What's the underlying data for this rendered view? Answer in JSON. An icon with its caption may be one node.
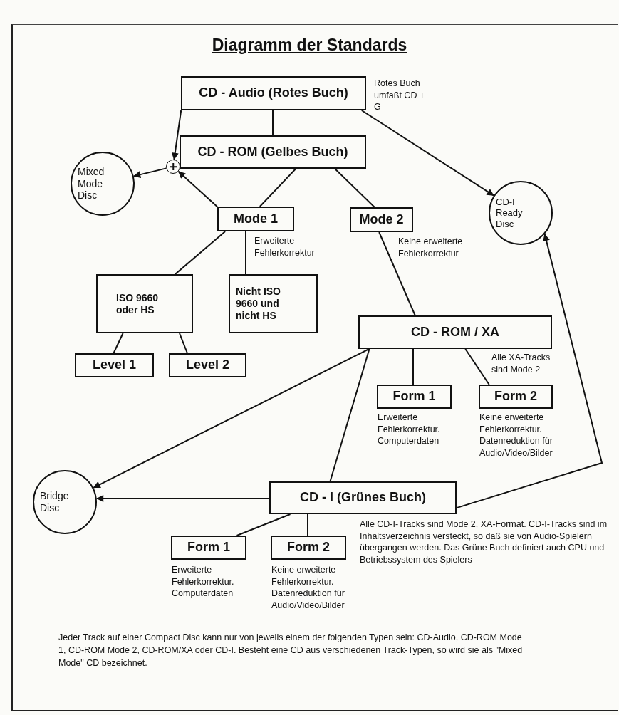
{
  "diagram": {
    "title": "Diagramm der Standards",
    "nodes": [
      {
        "text": [
          "CD - Audio (Rotes Buch)"
        ],
        "beside": [
          "Rotes Buch umfaßt CD + G"
        ]
      },
      {
        "text": [
          "CD - ROM (Gelbes Buch)"
        ]
      },
      {
        "text": [
          "Mixed Mode Disc"
        ]
      },
      {
        "text": [],
        "shape": "circle"
      },
      {
        "text": [
          "CD-I Ready Disc"
        ]
      },
      {
        "text": [
          "Mode 1"
        ],
        "beside": [
          "Erweiterte Fehlerkorrektur"
        ]
      },
      {
        "text": [
          "Mode 2"
        ],
        "beside": [
          "Keine erweiterte Fehlerkorrektur"
        ]
      },
      {
        "text": [
          "ISO 9660 oder HS"
        ]
      },
      {
        "text": [
          "Nicht ISO 9660 und nicht HS"
        ]
      },
      {
        "text": [
          "CD - ROM / XA"
        ],
        "beside": [
          "Alle XA-Tracks sind Mode 2"
        ]
      },
      {
        "text": [
          "Level 1"
        ]
      },
      {
        "text": [
          "Level 2"
        ]
      },
      {
        "text": [
          "Form 1"
        ],
        "beside": [
          "Erweiterte Fehlerkorrektur. Computerdaten"
        ]
      },
      {
        "text": [
          "Form 2"
        ],
        "beside": [
          "Keine erweiterte Fehlerkorrektur. Datenreduktion für Audio/Video/Bilder"
        ]
      },
      {
        "text": [
          "Bridge Disc"
        ]
      },
      {
        "text": [
          "CD - I (Grünes Buch)"
        ],
        "beside": [
          "Alle CD-I-Tracks sind Mode 2, XA-Format. CD-I-Tracks sind im Inhaltsverzeichnis versteckt, so daß sie von Audio-Spielern übergangen werden. Das Grüne Buch definiert auch CPU und Betriebssystem des Spielers"
        ]
      },
      {
        "text": [
          "Form 1"
        ],
        "beside": [
          "Erweiterte Fehlerkorrektur. Computerdaten"
        ]
      },
      {
        "text": [
          "Form 2"
        ],
        "beside": [
          "Keine erweiterte Fehlerkorrektur. Datenreduktion für Audio/Video/Bilder"
        ]
      }
    ],
    "edges": [
      {
        "from": 0,
        "to": 3,
        "arrow": "to"
      },
      {
        "from": 5,
        "to": 3,
        "arrow": "to"
      },
      {
        "from": 3,
        "to": 2,
        "arrow": "to"
      },
      {
        "from": 0,
        "to": 1,
        "arrow": "none"
      },
      {
        "from": 0,
        "to": 4,
        "arrow": "to"
      },
      {
        "from": 1,
        "to": 5,
        "arrow": "none"
      },
      {
        "from": 1,
        "to": 6,
        "arrow": "none"
      },
      {
        "from": 5,
        "to": 7,
        "arrow": "none"
      },
      {
        "from": 5,
        "to": 8,
        "arrow": "none"
      },
      {
        "from": 6,
        "to": 9,
        "arrow": "none"
      },
      {
        "from": 7,
        "to": 10,
        "arrow": "none"
      },
      {
        "from": 7,
        "to": 11,
        "arrow": "none"
      },
      {
        "from": 9,
        "to": 12,
        "arrow": "none"
      },
      {
        "from": 9,
        "to": 13,
        "arrow": "none"
      },
      {
        "from": 9,
        "to": 14,
        "arrow": "to"
      },
      {
        "from": 9,
        "to": 15,
        "arrow": "none"
      },
      {
        "from": 15,
        "to": 14,
        "arrow": "to"
      },
      {
        "from": 15,
        "to": 4,
        "arrow": "to"
      },
      {
        "from": 15,
        "to": 16,
        "arrow": "none"
      },
      {
        "from": 15,
        "to": 17,
        "arrow": "none"
      }
    ],
    "labels": [
      "Jeder Track auf einer Compact Disc kann nur von jeweils einem der folgenden Typen sein: CD-Audio, CD-ROM Mode 1, CD-ROM Mode 2, CD-ROM/XA oder CD-I. Besteht eine CD aus verschiedenen Track-Typen, so wird sie als \"Mixed Mode\" CD bezeichnet."
    ]
  }
}
